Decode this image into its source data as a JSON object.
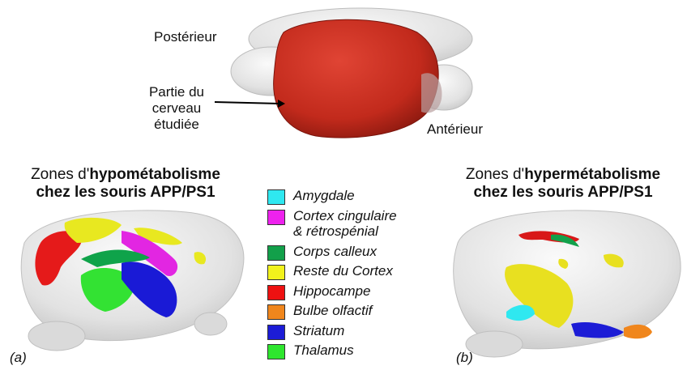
{
  "top_figure": {
    "label_posterior": "Postérieur",
    "label_anterior": "Antérieur",
    "label_studied_part": [
      "Partie du",
      "cerveau",
      "étudiée"
    ]
  },
  "panel_a": {
    "heading_prefix": "Zones d'",
    "heading_bold": "hypométabolisme",
    "heading_line2": "chez les souris APP/PS1",
    "tag": "(a)"
  },
  "panel_b": {
    "heading_prefix": "Zones d'",
    "heading_bold": "hypermétabolisme",
    "heading_line2": "chez les souris APP/PS1",
    "tag": "(b)"
  },
  "legend": [
    {
      "label": "Amygdale",
      "color": "#2fe8f0"
    },
    {
      "label": "Cortex cingulaire\n& rétrospénial",
      "color": "#ee22ee"
    },
    {
      "label": "Corps calleux",
      "color": "#12a04a"
    },
    {
      "label": "Reste du Cortex",
      "color": "#f2f21c"
    },
    {
      "label": "Hippocampe",
      "color": "#ee1111"
    },
    {
      "label": "Bulbe olfactif",
      "color": "#f0861c"
    },
    {
      "label": "Striatum",
      "color": "#1c1cd6"
    },
    {
      "label": "Thalamus",
      "color": "#2ee62e"
    }
  ],
  "colors": {
    "brain_shell": "#e6e6e6",
    "studied_region": "#c8281e"
  }
}
